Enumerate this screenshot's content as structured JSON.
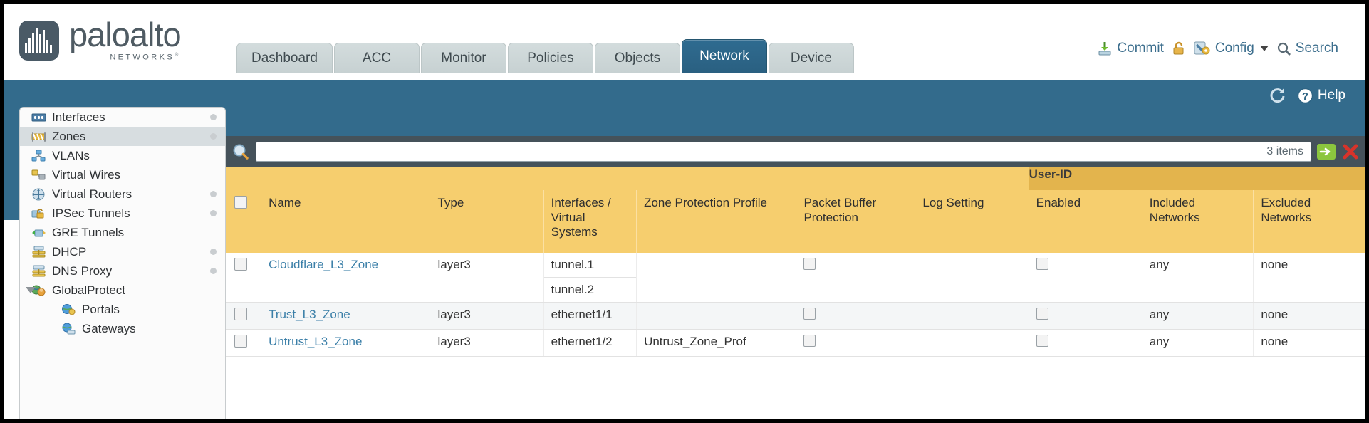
{
  "brand": {
    "name": "paloalto",
    "subtitle": "NETWORKS",
    "registered": "®"
  },
  "tabs": [
    {
      "label": "Dashboard",
      "active": false
    },
    {
      "label": "ACC",
      "active": false
    },
    {
      "label": "Monitor",
      "active": false
    },
    {
      "label": "Policies",
      "active": false
    },
    {
      "label": "Objects",
      "active": false
    },
    {
      "label": "Network",
      "active": true
    },
    {
      "label": "Device",
      "active": false
    }
  ],
  "toolbar": {
    "commit_label": "Commit",
    "config_label": "Config",
    "search_label": "Search",
    "lock_icon": "padlock-icon",
    "commit_icon": "commit-icon",
    "config_icon": "config-wrench-icon",
    "search_icon": "search-icon"
  },
  "band": {
    "refresh_icon": "refresh-icon",
    "help_label": "Help",
    "help_icon": "help-question-icon"
  },
  "sidebar": {
    "items": [
      {
        "label": "Interfaces",
        "icon": "interfaces-icon",
        "selected": false,
        "dot": true,
        "child": false,
        "twisty": false
      },
      {
        "label": "Zones",
        "icon": "zones-icon",
        "selected": true,
        "dot": true,
        "child": false,
        "twisty": false
      },
      {
        "label": "VLANs",
        "icon": "vlans-icon",
        "selected": false,
        "dot": false,
        "child": false,
        "twisty": false
      },
      {
        "label": "Virtual Wires",
        "icon": "virtual-wires-icon",
        "selected": false,
        "dot": false,
        "child": false,
        "twisty": false
      },
      {
        "label": "Virtual Routers",
        "icon": "virtual-routers-icon",
        "selected": false,
        "dot": true,
        "child": false,
        "twisty": false
      },
      {
        "label": "IPSec Tunnels",
        "icon": "ipsec-tunnels-icon",
        "selected": false,
        "dot": true,
        "child": false,
        "twisty": false
      },
      {
        "label": "GRE Tunnels",
        "icon": "gre-tunnels-icon",
        "selected": false,
        "dot": false,
        "child": false,
        "twisty": false
      },
      {
        "label": "DHCP",
        "icon": "dhcp-icon",
        "selected": false,
        "dot": true,
        "child": false,
        "twisty": false
      },
      {
        "label": "DNS Proxy",
        "icon": "dns-proxy-icon",
        "selected": false,
        "dot": true,
        "child": false,
        "twisty": false
      },
      {
        "label": "GlobalProtect",
        "icon": "globalprotect-icon",
        "selected": false,
        "dot": false,
        "child": false,
        "twisty": true
      },
      {
        "label": "Portals",
        "icon": "portals-icon",
        "selected": false,
        "dot": false,
        "child": true,
        "twisty": false
      },
      {
        "label": "Gateways",
        "icon": "gateways-icon",
        "selected": false,
        "dot": false,
        "child": true,
        "twisty": false
      }
    ]
  },
  "search": {
    "value": "",
    "placeholder": "",
    "items_count": "3 items",
    "icon": "search-icon",
    "apply_icon": "apply-arrow-icon",
    "clear_icon": "clear-x-icon"
  },
  "table": {
    "group_header": "User-ID",
    "columns": [
      "Name",
      "Type",
      "Interfaces / Virtual Systems",
      "Zone Protection Profile",
      "Packet Buffer Protection",
      "Log Setting",
      "Enabled",
      "Included Networks",
      "Excluded Networks"
    ],
    "rows": [
      {
        "name": "Cloudflare_L3_Zone",
        "type": "layer3",
        "interfaces": [
          "tunnel.1",
          "tunnel.2"
        ],
        "zone_protection_profile": "",
        "packet_buffer_protection": false,
        "log_setting": "",
        "enabled": false,
        "included_networks": "any",
        "excluded_networks": "none"
      },
      {
        "name": "Trust_L3_Zone",
        "type": "layer3",
        "interfaces": [
          "ethernet1/1"
        ],
        "zone_protection_profile": "",
        "packet_buffer_protection": false,
        "log_setting": "",
        "enabled": false,
        "included_networks": "any",
        "excluded_networks": "none"
      },
      {
        "name": "Untrust_L3_Zone",
        "type": "layer3",
        "interfaces": [
          "ethernet1/2"
        ],
        "zone_protection_profile": "Untrust_Zone_Prof",
        "packet_buffer_protection": false,
        "log_setting": "",
        "enabled": false,
        "included_networks": "any",
        "excluded_networks": "none"
      }
    ]
  },
  "colors": {
    "band_blue": "#336b8c",
    "tab_active": "#2f6b90",
    "table_header_gold": "#f6ce6e",
    "group_header_gold": "#e3b44d",
    "search_bar": "#45525a",
    "link_blue": "#3b7fa8"
  }
}
